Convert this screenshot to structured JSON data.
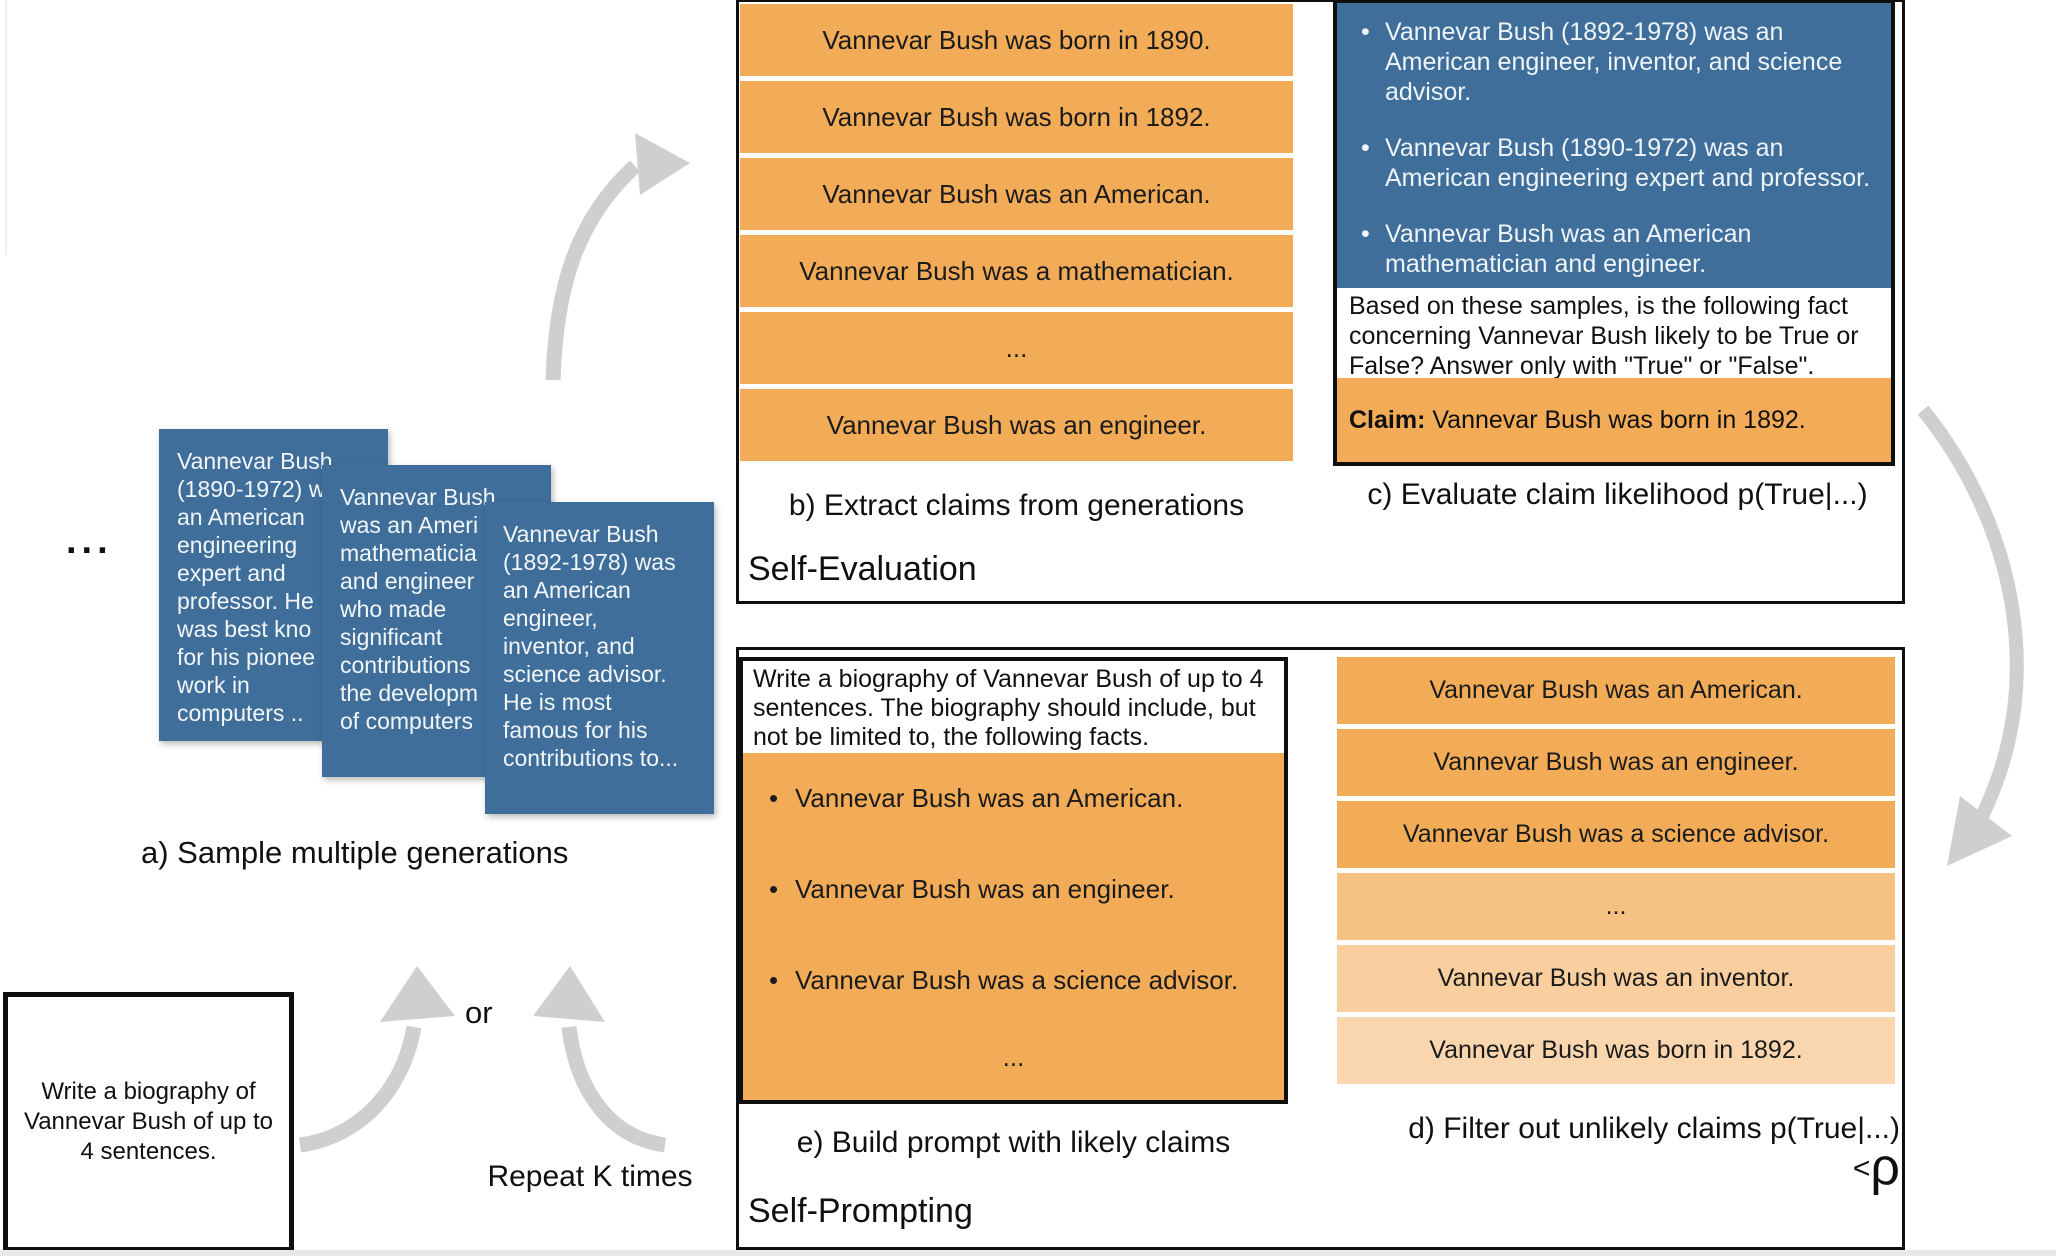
{
  "colors": {
    "orange": "#F2AC57",
    "orange_light_1": "#F6C283",
    "orange_light_2": "#F9CFA0",
    "orange_light_3": "#FAD6AE",
    "blue": "#3E6E99",
    "arrow_gray": "#CFCFCF",
    "border_black": "#0F0F0F"
  },
  "panels": {
    "self_evaluation": {
      "title": "Self-Evaluation",
      "extract": {
        "label": "b) Extract claims from generations",
        "rows": [
          "Vannevar Bush was born in 1890.",
          "Vannevar Bush was born in 1892.",
          "Vannevar Bush was an American.",
          "Vannevar Bush was a mathematician.",
          "...",
          "Vannevar Bush was an engineer."
        ]
      },
      "evaluate": {
        "label": "c) Evaluate claim likelihood p(True|...)",
        "samples": [
          "Vannevar Bush (1892-1978) was an American engineer, inventor, and science advisor.",
          "Vannevar Bush (1890-1972) was an American engineering expert and professor.",
          "Vannevar Bush was an American mathematician and engineer."
        ],
        "question": "Based on these samples, is the following fact concerning Vannevar Bush likely to be True or False? Answer only with \"True\" or \"False\".",
        "claim_label": "Claim:",
        "claim_text": " Vannevar Bush was born in 1892."
      }
    },
    "self_prompting": {
      "title": "Self-Prompting",
      "build": {
        "label": "e) Build prompt with likely claims",
        "prompt": "Write a biography of Vannevar Bush of up to 4 sentences. The biography should include, but not be limited to, the following facts.",
        "bullets": [
          "Vannevar Bush was an American.",
          "Vannevar Bush was an engineer.",
          "Vannevar Bush was a science advisor."
        ],
        "ellipsis": "..."
      },
      "filter": {
        "label_prefix": "d) Filter out unlikely claims p(True|...)<",
        "label_rho": "ρ",
        "rows": [
          "Vannevar Bush was an American.",
          "Vannevar Bush was an engineer.",
          "Vannevar Bush was a science advisor.",
          "...",
          "Vannevar Bush was an inventor.",
          "Vannevar Bush was born in 1892."
        ]
      }
    }
  },
  "sample_step": {
    "label": "a) Sample multiple generations",
    "ellipsis": "...",
    "cards": [
      "Vannevar Bush\n(1890-1972) w\nan American\nengineering\nexpert and\nprofessor. He\nwas best kno\nfor his pionee\nwork in\ncomputers ..",
      "Vannevar Bush\nwas an Ameri\nmathematicia\nand engineer\nwho made\nsignificant\ncontributions\nthe developm\nof computers",
      "Vannevar Bush\n(1892-1978) was\nan American\nengineer,\ninventor, and\nscience advisor.\nHe is most\nfamous for his\ncontributions to..."
    ]
  },
  "prompt_box": {
    "text": "Write a biography of Vannevar Bush of up to 4 sentences."
  },
  "connectors": {
    "or_label": "or",
    "repeat_label": "Repeat K times"
  }
}
